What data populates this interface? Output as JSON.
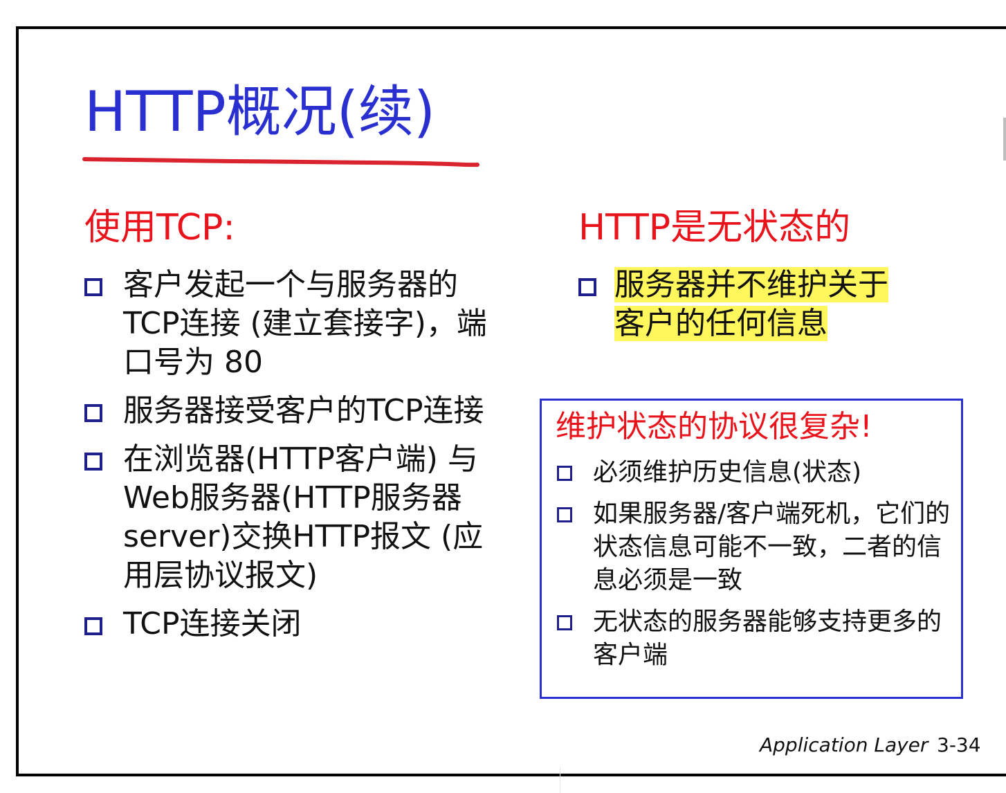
{
  "slide": {
    "title": "HTTP概况(续)",
    "accent_colors": {
      "title": "#2a2fd0",
      "heading": "#e8131b",
      "underline": "#d9232e",
      "highlight": "#fff75b",
      "box_border": "#2a2fd0"
    },
    "left": {
      "heading": "使用TCP:",
      "bullets": [
        "客户发起一个与服务器的TCP连接 (建立套接字)，端口号为 80",
        "服务器接受客户的TCP连接",
        "在浏览器(HTTP客户端) 与 Web服务器(HTTP服务器 server)交换HTTP报文 (应用层协议报文)",
        "TCP连接关闭"
      ]
    },
    "right": {
      "heading": "HTTP是无状态的",
      "bullets": [
        "服务器并不维护关于客户的任何信息"
      ]
    },
    "box": {
      "heading": "维护状态的协议很复杂!",
      "bullets": [
        "必须维护历史信息(状态)",
        "如果服务器/客户端死机，它们的状态信息可能不一致，二者的信息必须是一致",
        "无状态的服务器能够支持更多的客户端"
      ]
    },
    "footer": {
      "section": "Application Layer",
      "page": "3-34"
    }
  }
}
